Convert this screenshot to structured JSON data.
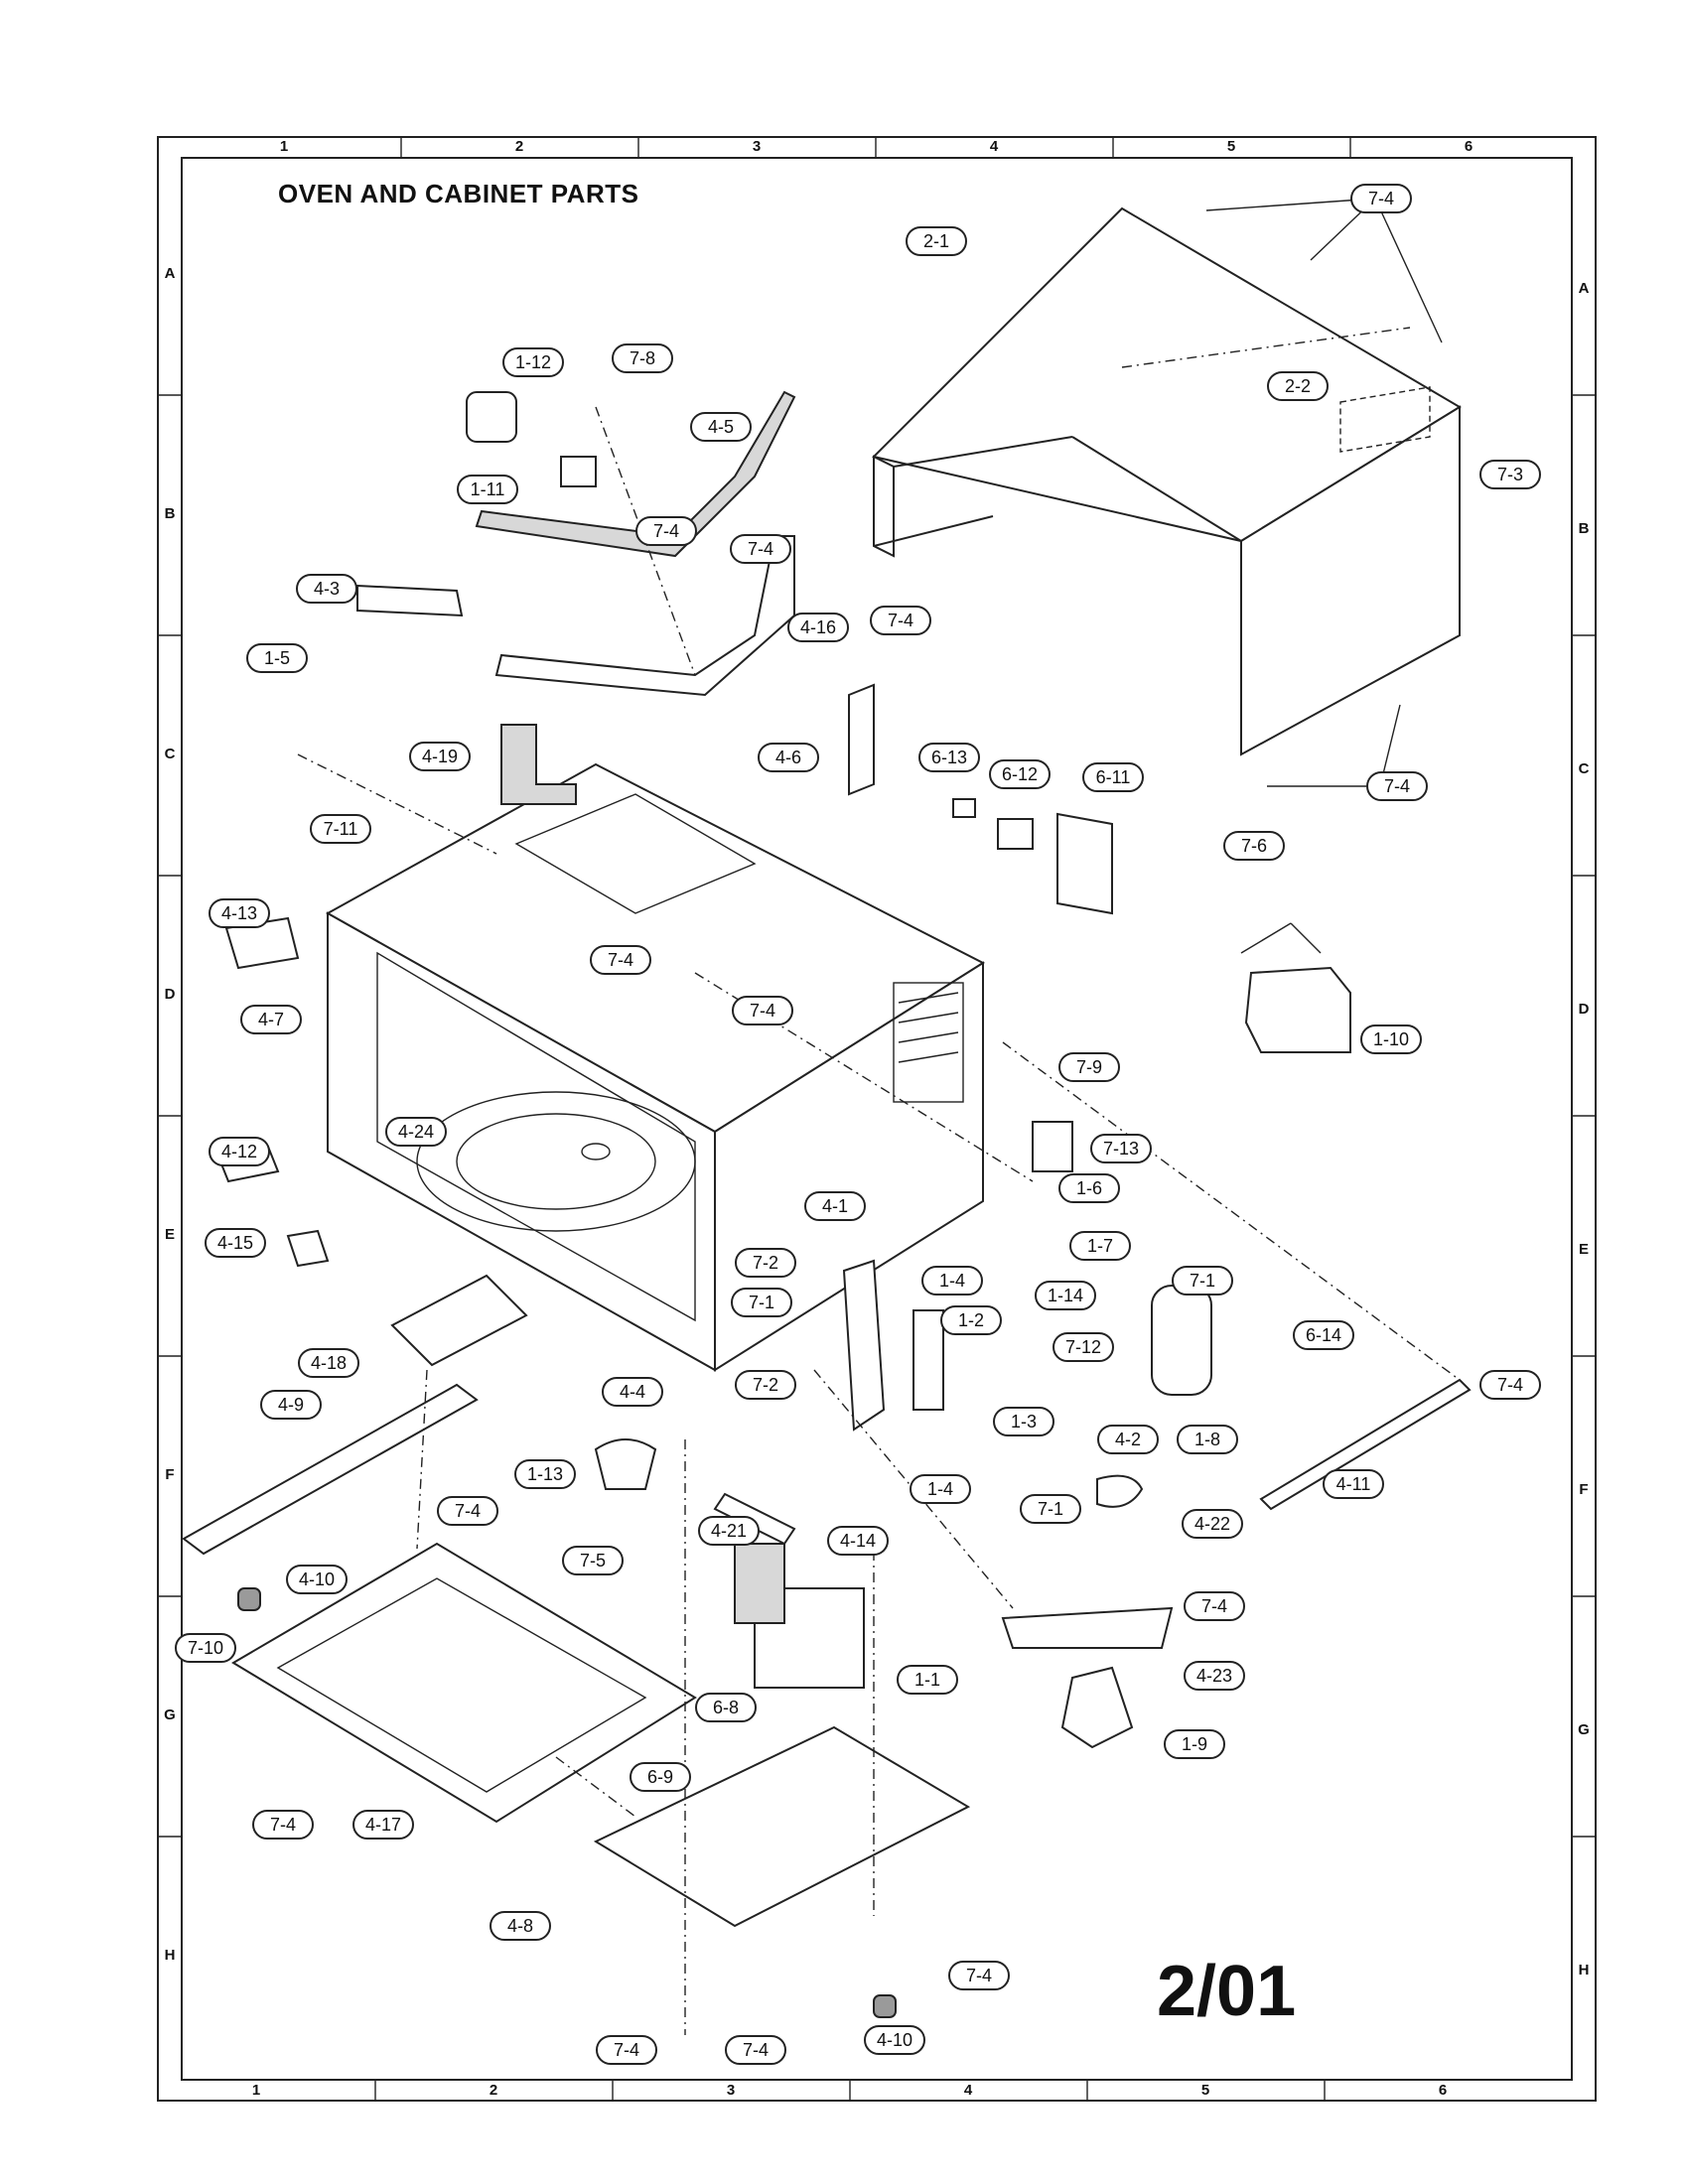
{
  "title": "OVEN AND CABINET PARTS",
  "page_number": "2/01",
  "grid": {
    "columns_top": [
      "1",
      "2",
      "3",
      "4",
      "5",
      "6"
    ],
    "columns_bottom": [
      "1",
      "2",
      "3",
      "4",
      "5",
      "6"
    ],
    "rows_left": [
      "A",
      "B",
      "C",
      "D",
      "E",
      "F",
      "G",
      "H"
    ],
    "rows_right": [
      "A",
      "B",
      "C",
      "D",
      "E",
      "F",
      "G",
      "H"
    ]
  },
  "callouts": [
    "7-4",
    "2-1",
    "2-2",
    "7-3",
    "7-4",
    "1-12",
    "7-8",
    "4-5",
    "1-11",
    "7-4",
    "4-3",
    "4-16",
    "7-4",
    "1-5",
    "4-6",
    "6-13",
    "6-12",
    "6-11",
    "4-19",
    "7-4",
    "7-11",
    "7-6",
    "4-13",
    "7-4",
    "7-4",
    "4-7",
    "1-10",
    "7-9",
    "4-24",
    "7-13",
    "4-12",
    "1-6",
    "4-15",
    "4-1",
    "7-2",
    "1-7",
    "7-1",
    "1-4",
    "1-14",
    "1-2",
    "7-1",
    "6-14",
    "4-18",
    "7-12",
    "7-2",
    "7-4",
    "4-4",
    "4-9",
    "1-3",
    "4-2",
    "1-8",
    "4-11",
    "1-13",
    "1-4",
    "7-4",
    "7-1",
    "4-22",
    "4-14",
    "7-5",
    "4-21",
    "4-10",
    "7-4",
    "7-10",
    "4-23",
    "1-1",
    "6-8",
    "1-9",
    "6-9",
    "7-4",
    "4-17",
    "4-8",
    "7-4",
    "7-4",
    "7-4",
    "4-10"
  ]
}
